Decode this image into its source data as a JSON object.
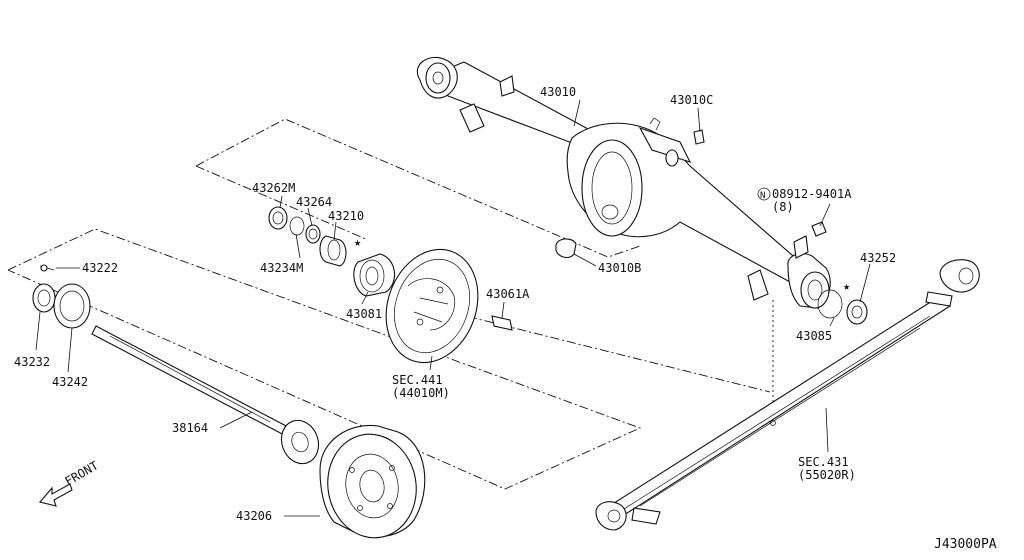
{
  "diagram_code": "J43000PA",
  "front_label": "FRONT",
  "callouts": {
    "c43010": "43010",
    "c43010C": "43010C",
    "c43010B": "43010B",
    "c08912": "08912-9401A",
    "c08912_qty": "(8)",
    "c08912_prefix": "N",
    "c43252": "43252",
    "c43085": "43085",
    "c43262M": "43262M",
    "c43264": "43264",
    "c43210": "43210",
    "c43234M": "43234M",
    "c43081": "43081",
    "c43061A": "43061A",
    "c43222": "43222",
    "c43232": "43232",
    "c43242": "43242",
    "c38164": "38164",
    "c43206": "43206",
    "sec441": "SEC.441",
    "sec441_sub": "(44010M)",
    "sec431": "SEC.431",
    "sec431_sub": "(55020R)"
  }
}
